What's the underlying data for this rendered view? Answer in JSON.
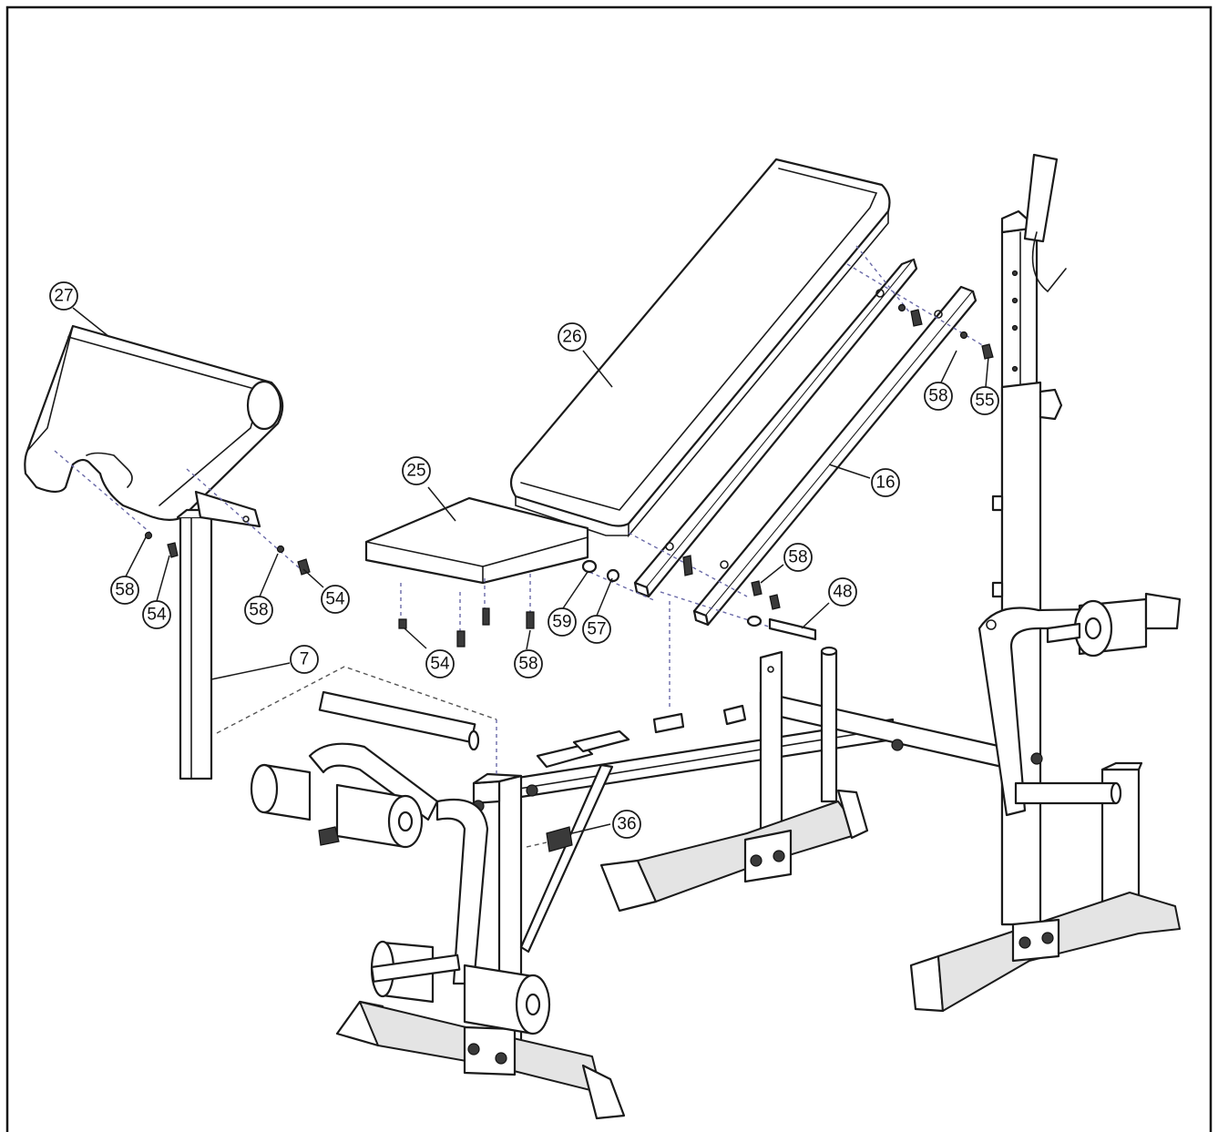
{
  "diagram": {
    "callouts": [
      {
        "id": "c27",
        "label": "27"
      },
      {
        "id": "c26",
        "label": "26"
      },
      {
        "id": "c25",
        "label": "25"
      },
      {
        "id": "c16",
        "label": "16"
      },
      {
        "id": "c58a",
        "label": "58"
      },
      {
        "id": "c55",
        "label": "55"
      },
      {
        "id": "c58b",
        "label": "58"
      },
      {
        "id": "c54a",
        "label": "54"
      },
      {
        "id": "c58c",
        "label": "58"
      },
      {
        "id": "c54b",
        "label": "54"
      },
      {
        "id": "c58d",
        "label": "58"
      },
      {
        "id": "c48",
        "label": "48"
      },
      {
        "id": "c59",
        "label": "59"
      },
      {
        "id": "c57",
        "label": "57"
      },
      {
        "id": "c54c",
        "label": "54"
      },
      {
        "id": "c58e",
        "label": "58"
      },
      {
        "id": "c7",
        "label": "7"
      },
      {
        "id": "c36",
        "label": "36"
      }
    ]
  }
}
